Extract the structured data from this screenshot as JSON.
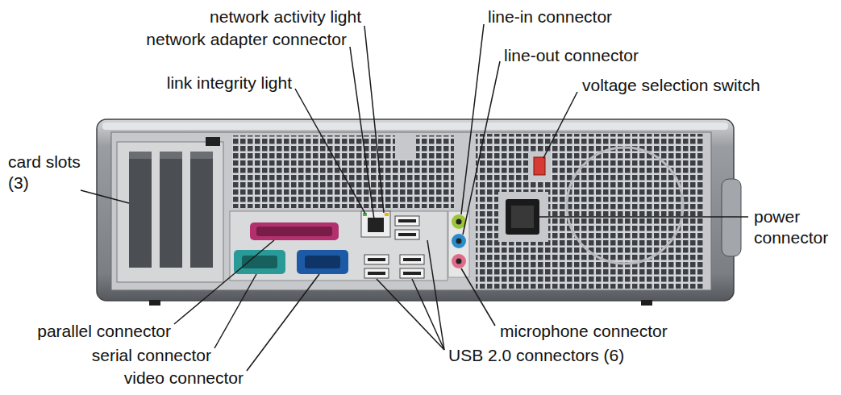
{
  "diagram": {
    "labels": [
      "network activity light",
      "line-in connector",
      "network adapter connector",
      "line-out connector",
      "link integrity light",
      "voltage selection switch",
      "card slots (3)",
      "power connector",
      "parallel connector",
      "microphone connector",
      "serial connector",
      "USB 2.0 connectors (6)",
      "video connector"
    ]
  }
}
